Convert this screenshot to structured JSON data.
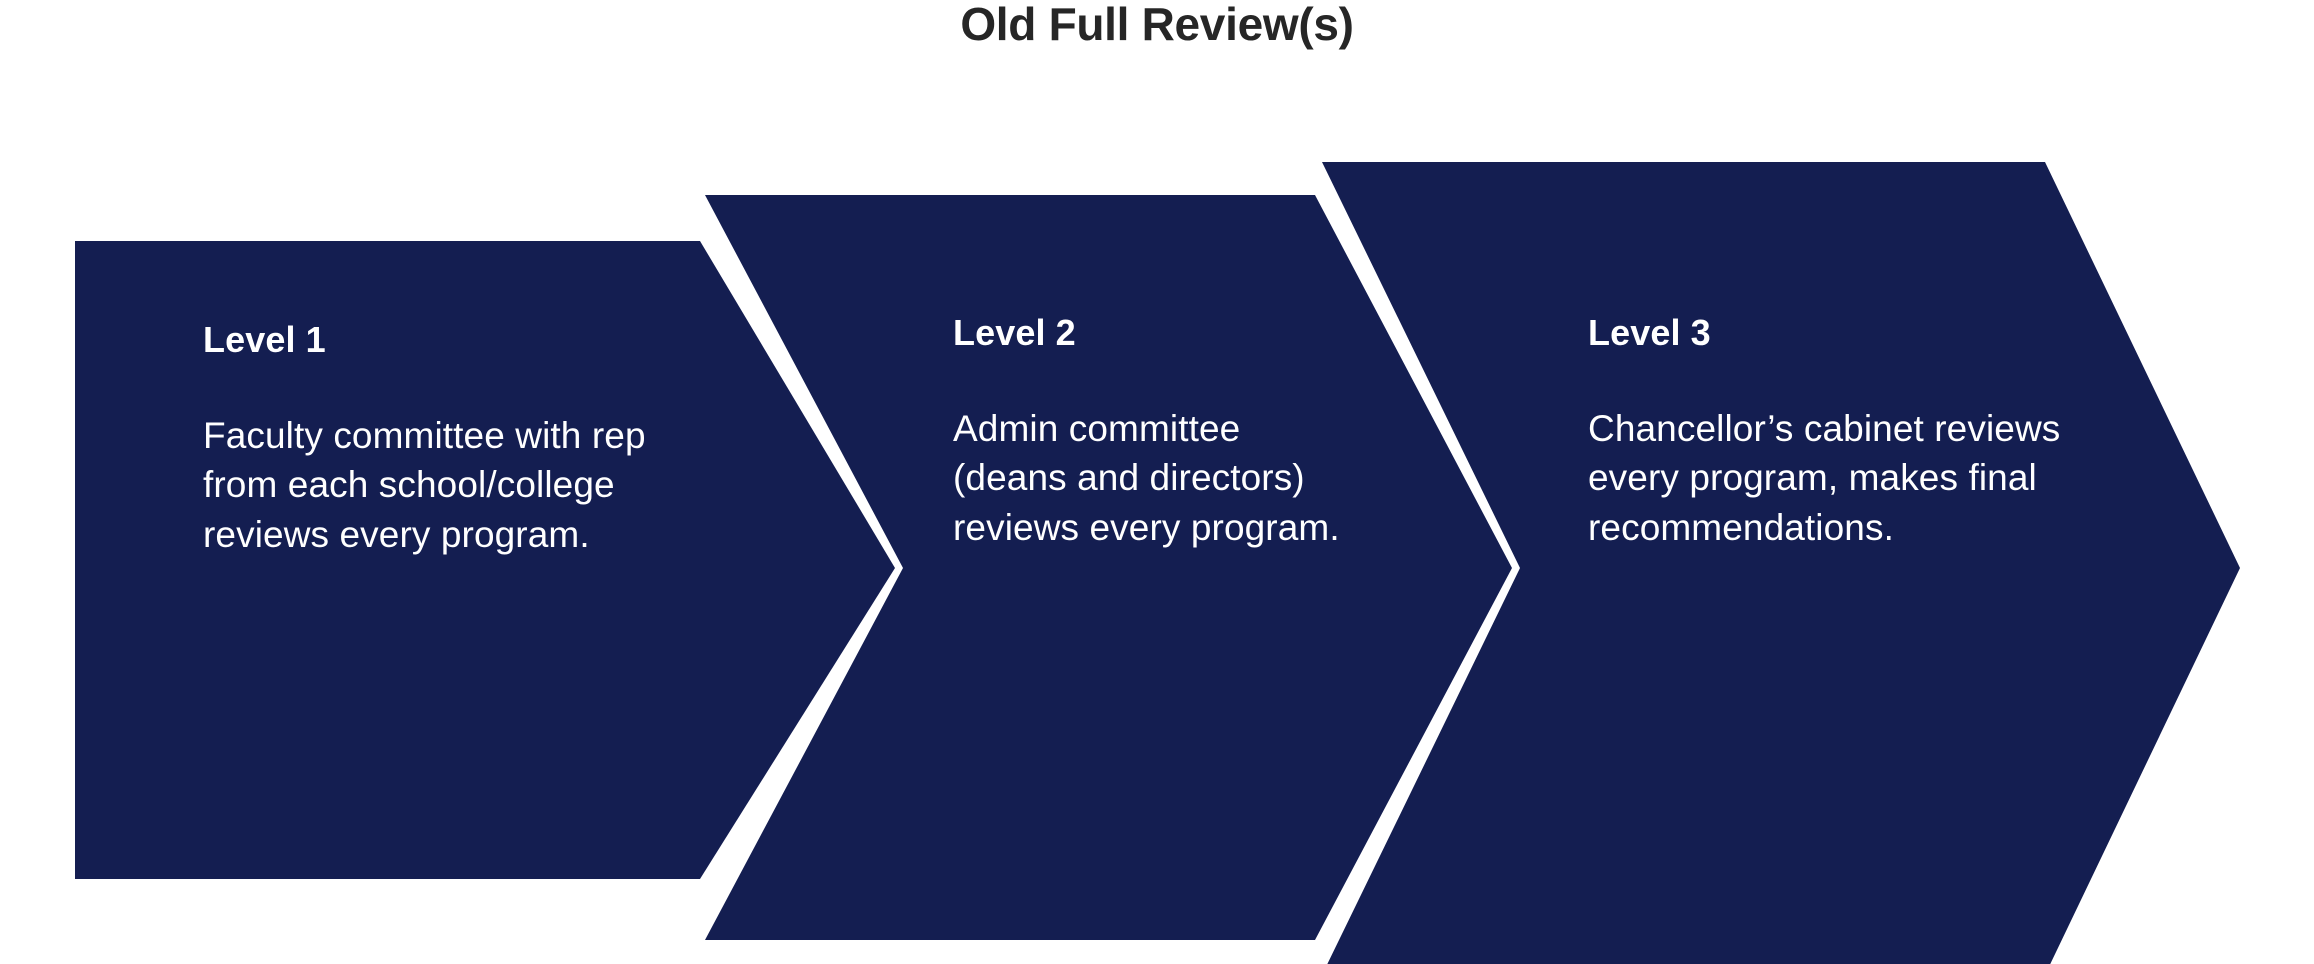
{
  "page": {
    "title": "Old Full Review(s)",
    "background_color": "#ffffff",
    "title_color": "#262626"
  },
  "theme": {
    "chevron_fill": "#141E51",
    "chevron_text_color": "#ffffff"
  },
  "diagram": {
    "type": "chevron-process-flow",
    "direction": "left-to-right",
    "step_count": 3,
    "steps": [
      {
        "heading": "Level 1",
        "body": "Faculty committee with rep from each school/college reviews every program.",
        "shape": "rectangle-with-right-chevron"
      },
      {
        "heading": "Level 2",
        "body": "Admin committee (deans and directors) reviews every program.",
        "shape": "chevron"
      },
      {
        "heading": "Level 3",
        "body": "Chancellor’s cabinet reviews every program, makes final recommendations.",
        "shape": "chevron-arrow-end"
      }
    ]
  }
}
